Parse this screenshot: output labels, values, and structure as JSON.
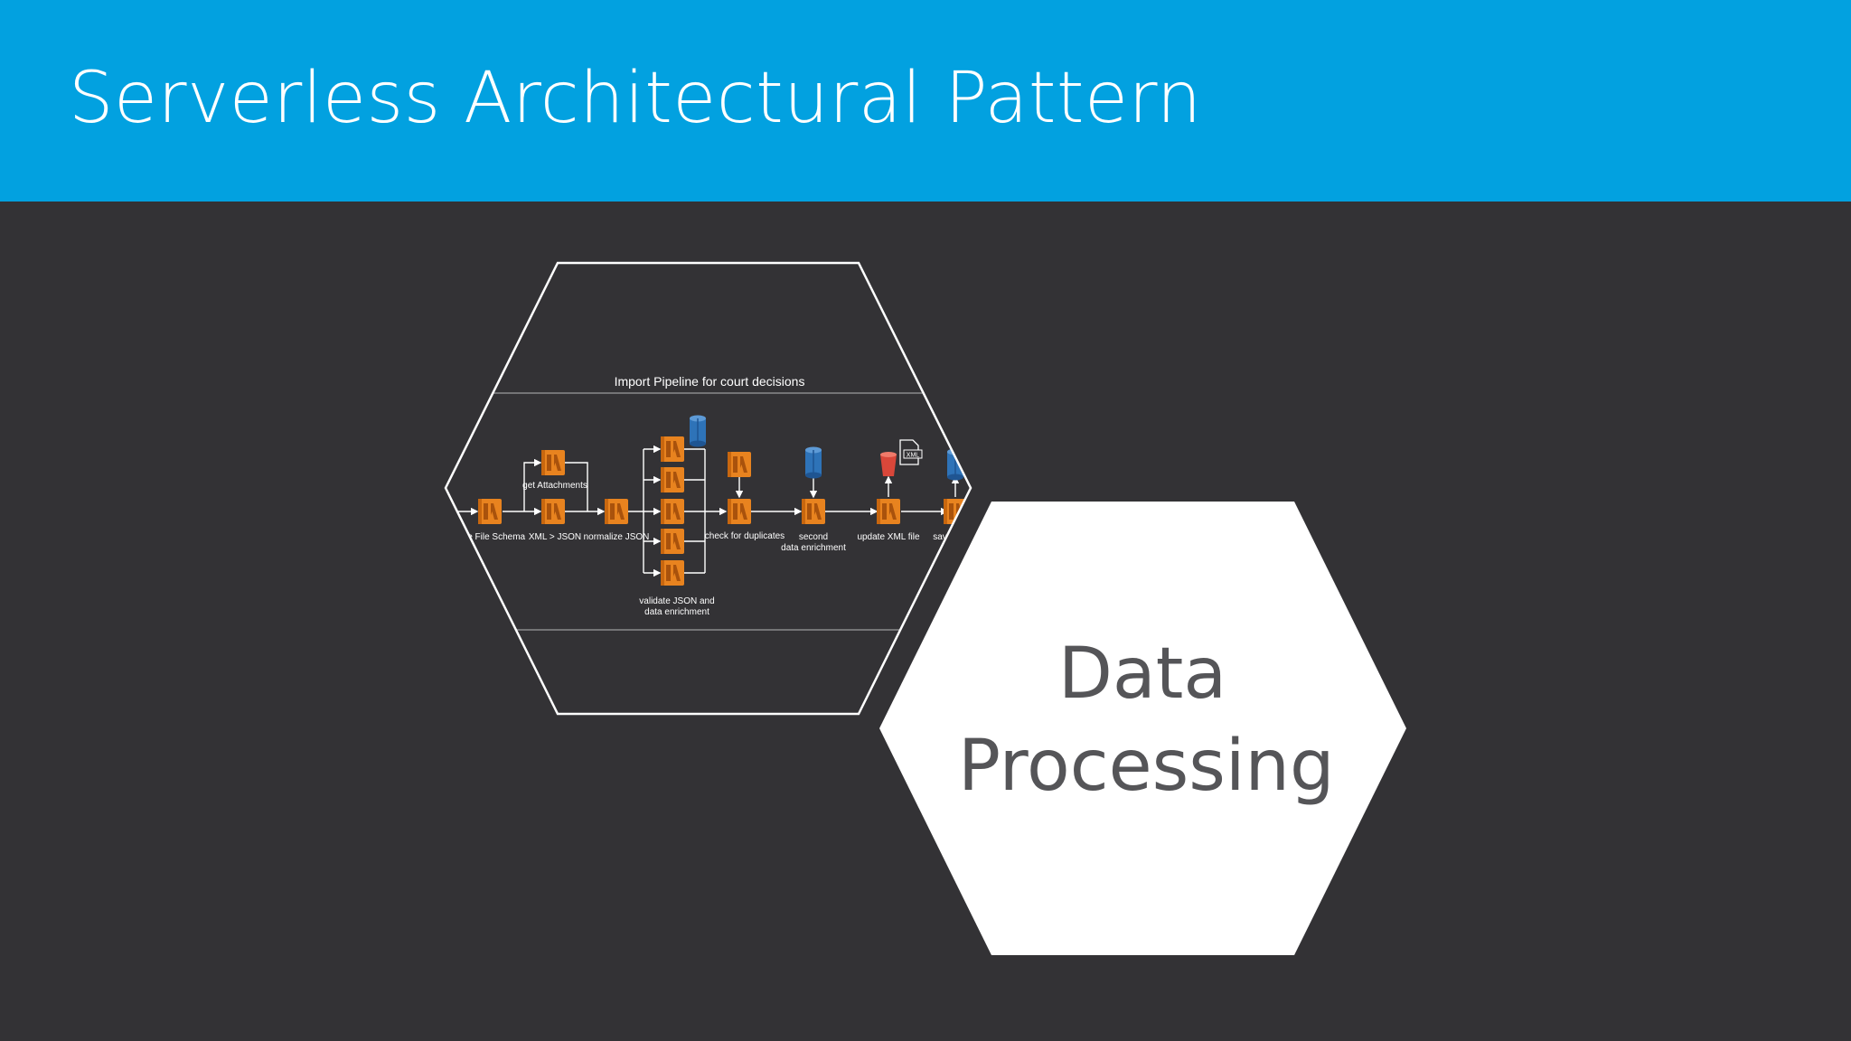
{
  "slide": {
    "title": "Serverless Architectural Pattern",
    "hex_label_line1": "Data",
    "hex_label_line2": "Processing"
  },
  "pipeline": {
    "title": "Import Pipeline for court decisions",
    "labels": {
      "validate_schema": "ate File Schema",
      "get_attachments": "get Attachments",
      "xml_to_json": "XML > JSON",
      "normalize_json": "normalize JSON",
      "validate_json_1": "validate JSON and",
      "validate_json_2": "data enrichment",
      "check_duplicates": "check for duplicates",
      "second_enrich_1": "second",
      "second_enrich_2": "data enrichment",
      "update_xml": "update XML file",
      "save": "sav",
      "xml_file_tag": "XML"
    }
  },
  "colors": {
    "header": "#02a1e0",
    "background": "#333235",
    "lambda": "#e8831f",
    "database": "#2e73b8",
    "s3": "#d9473a"
  },
  "icons": {
    "compute": "lambda-icon",
    "database": "database-icon",
    "storage": "s3-bucket-icon",
    "file": "xml-file-icon"
  }
}
